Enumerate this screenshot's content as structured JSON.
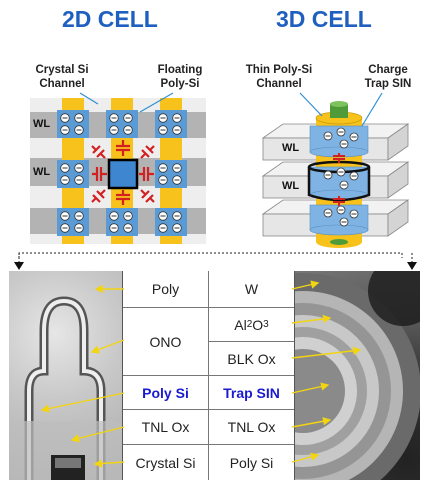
{
  "titles": {
    "left": "2D CELL",
    "right": "3D CELL"
  },
  "labels_2d": {
    "crystal_si_line1": "Crystal Si",
    "crystal_si_line2": "Channel",
    "floating_line1": "Floating",
    "floating_line2": "Poly-Si",
    "wl": "WL"
  },
  "labels_3d": {
    "thin_poly_line1": "Thin Poly-Si",
    "thin_poly_line2": "Channel",
    "charge_trap_line1": "Charge",
    "charge_trap_line2": "Trap SIN",
    "wl": "WL"
  },
  "table": {
    "rows": [
      {
        "left": "Poly",
        "right": "W"
      },
      {
        "left": "ONO",
        "right_a": "Al",
        "right_a_sub": "2",
        "right_a_mid": "O",
        "right_a_sub2": "3",
        "right_b": "BLK Ox"
      },
      {
        "left": "Poly Si",
        "right": "Trap SIN"
      },
      {
        "left": "TNL Ox",
        "right": "TNL Ox"
      },
      {
        "left": "Crystal Si",
        "right": "Poly Si"
      }
    ]
  },
  "colors": {
    "title": "#1f5fbf",
    "highlight": "#1a1ad0",
    "yellow": "#f7c21c",
    "blue_cell": "#5b9bd5",
    "gray_wl": "#b3b3b3",
    "capacitor": "#d32020"
  }
}
